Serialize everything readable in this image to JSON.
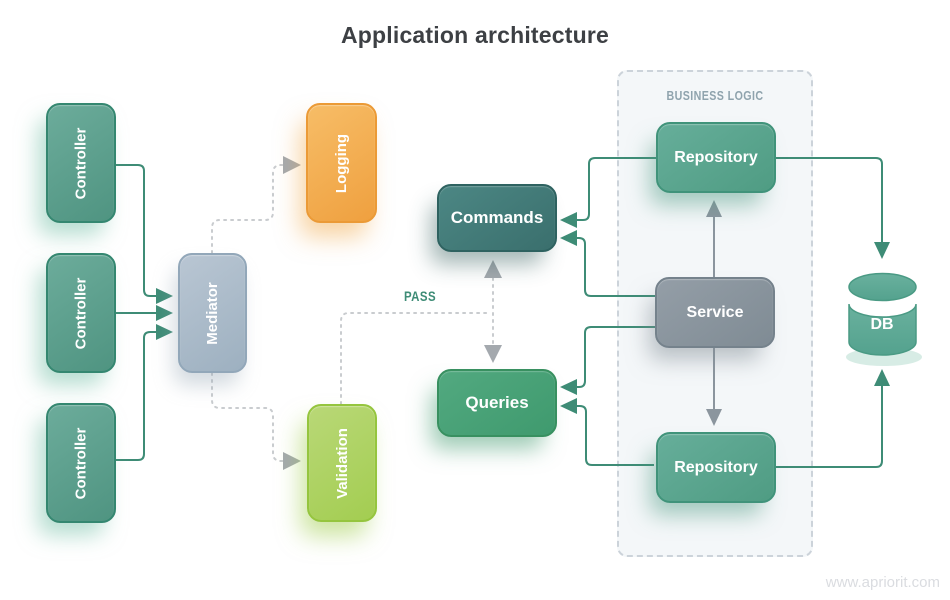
{
  "title": "Application architecture",
  "watermark": "www.apriorit.com",
  "labels": {
    "pass": "PASS",
    "business_logic": "BUSINESS LOGIC"
  },
  "nodes": {
    "controller1": {
      "label": "Controller"
    },
    "controller2": {
      "label": "Controller"
    },
    "controller3": {
      "label": "Controller"
    },
    "mediator": {
      "label": "Mediator"
    },
    "logging": {
      "label": "Logging"
    },
    "validation": {
      "label": "Validation"
    },
    "commands": {
      "label": "Commands"
    },
    "queries": {
      "label": "Queries"
    },
    "repository_top": {
      "label": "Repository"
    },
    "service": {
      "label": "Service"
    },
    "repository_bottom": {
      "label": "Repository"
    },
    "db": {
      "label": "DB"
    }
  },
  "edges": [
    {
      "from": "controller1",
      "to": "mediator",
      "style": "solid-teal"
    },
    {
      "from": "controller2",
      "to": "mediator",
      "style": "solid-teal"
    },
    {
      "from": "controller3",
      "to": "mediator",
      "style": "solid-teal"
    },
    {
      "from": "mediator",
      "to": "logging",
      "style": "dashed"
    },
    {
      "from": "mediator",
      "to": "validation",
      "style": "dashed"
    },
    {
      "from": "validation",
      "to": "commands-queries",
      "style": "dashed",
      "label": "PASS"
    },
    {
      "from": "repository_top",
      "to": "commands",
      "style": "solid-teal"
    },
    {
      "from": "service",
      "to": "commands",
      "style": "solid-teal"
    },
    {
      "from": "service",
      "to": "queries",
      "style": "solid-teal"
    },
    {
      "from": "repository_bottom",
      "to": "queries",
      "style": "solid-teal"
    },
    {
      "from": "service",
      "to": "repository_top",
      "style": "solid-gray"
    },
    {
      "from": "service",
      "to": "repository_bottom",
      "style": "solid-gray"
    },
    {
      "from": "repository_top",
      "to": "db",
      "style": "solid-teal"
    },
    {
      "from": "repository_bottom",
      "to": "db",
      "style": "solid-teal"
    }
  ],
  "colors": {
    "teal_node": "#55a08d",
    "teal_line": "#3e8c76",
    "dark_teal_node": "#3e7673",
    "green_node": "#47a074",
    "light_green_node": "#aad05f",
    "orange_node": "#f2a94a",
    "gray_node": "#87929b",
    "blue_gray_node": "#a9b9c8",
    "dashed_line": "#c9cccf",
    "dashed_arrow": "#a4a9ae",
    "gray_line": "#8b959e",
    "container_fill": "#f0f3f7",
    "container_border": "#ccd3da",
    "business_logic_text": "#8fa3ad",
    "pass_text": "#3e8c76",
    "title_text": "#3d4044",
    "watermark_text": "#dadce0"
  }
}
